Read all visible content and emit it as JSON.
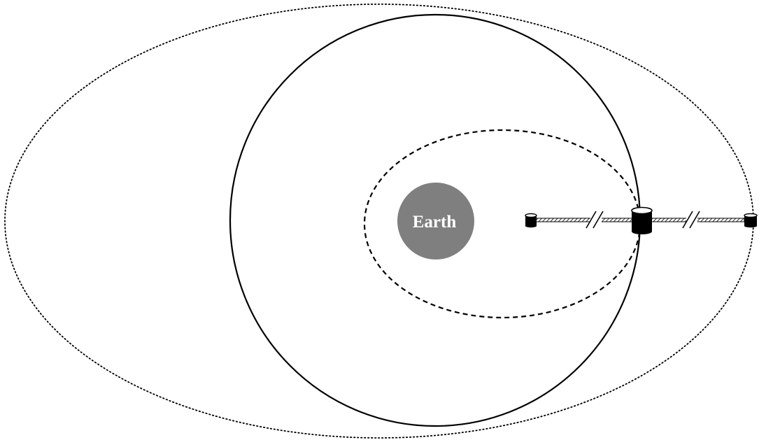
{
  "diagram": {
    "earth_label": "Earth",
    "colors": {
      "earth_fill": "#7f7f7f",
      "earth_label": "#ffffff",
      "line": "#000000",
      "background": "#ffffff",
      "tether_hatch": "#000000"
    },
    "orbits": [
      {
        "name": "outer-elliptical-orbit",
        "style": "dotted"
      },
      {
        "name": "circular-orbit",
        "style": "solid"
      },
      {
        "name": "inner-elliptical-orbit",
        "style": "dashed"
      }
    ],
    "tether_system": {
      "components": [
        "lower-end-mass",
        "central-station",
        "upper-end-mass"
      ],
      "tether_breaks": 2
    }
  }
}
